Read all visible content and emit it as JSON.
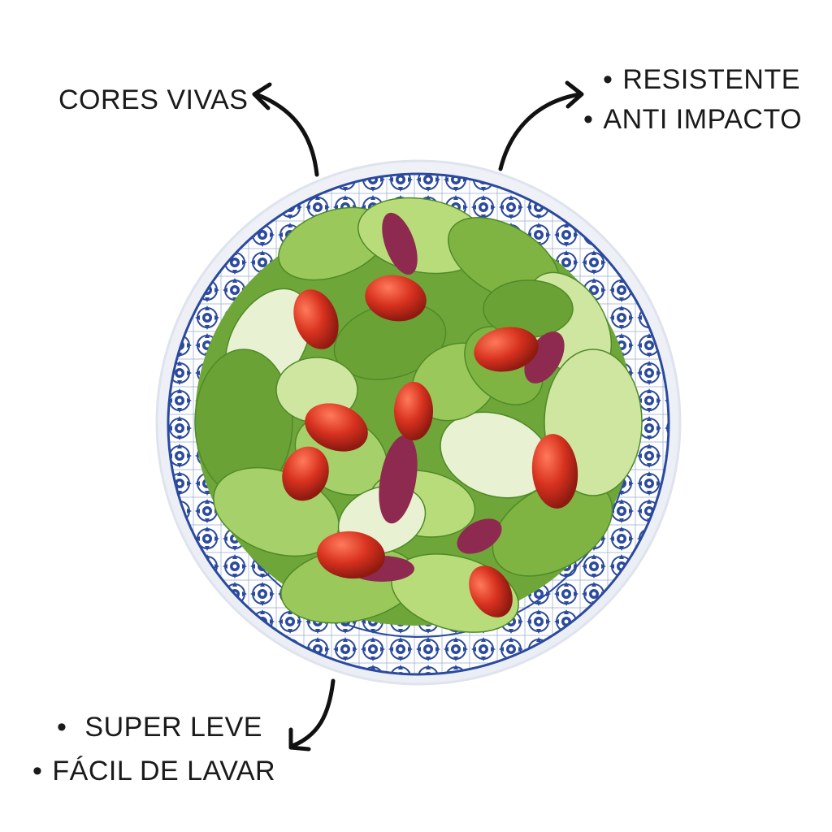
{
  "labels": {
    "top_left": "CORES VIVAS",
    "top_right": [
      "RESISTENTE",
      "ANTI IMPACTO"
    ],
    "bottom_left": [
      "SUPER LEVE",
      "FÁCIL DE LAVAR"
    ]
  },
  "bullet": "•",
  "colors": {
    "text": "#1a1a1a",
    "plate_blue": "#2b4a9e",
    "plate_rim": "#f4f6fb",
    "lettuce_light": "#a8cf6a",
    "lettuce_dark": "#5e9a32",
    "tomato": "#d8321f",
    "radicchio": "#8e2a4f"
  },
  "icons": [
    "curved-arrow-icon",
    "bullet-icon"
  ]
}
